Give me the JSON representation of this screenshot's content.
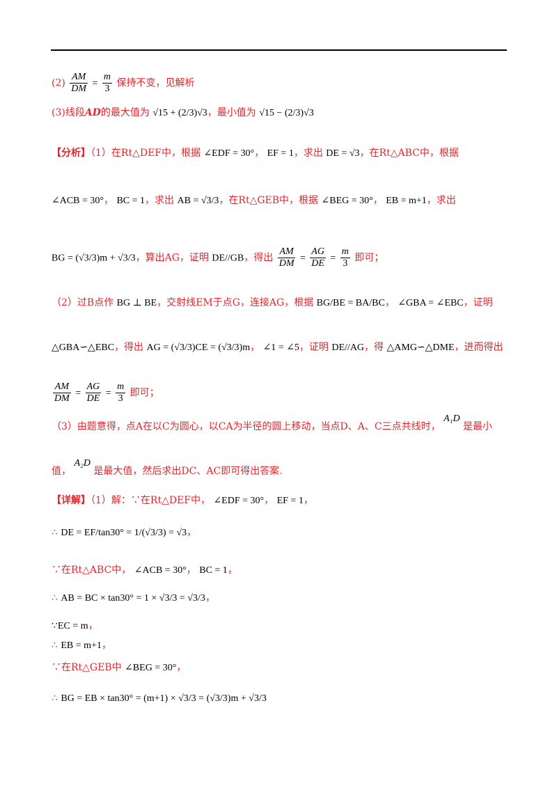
{
  "p2": {
    "label": "(2)",
    "frac_num": "AM",
    "frac_den": "DM",
    "eq": "=",
    "rhs_num": "m",
    "rhs_den": "3",
    "text": "保持不变，见解析"
  },
  "p3": {
    "label": "(3)线段",
    "ad": "AD",
    "t1": "的最大值为",
    "max_expr": "√15 + (2/3)√3",
    "t2": "，最小值为",
    "min_expr": "√15 − (2/3)√3"
  },
  "analysis": {
    "head": "【分析】",
    "l1": "（1）在Rt△DEF中，根据",
    "m_edf": "∠EDF = 30°",
    "m_ef": "EF = 1",
    "t_qiuchu": "，求出",
    "m_de": "DE = √3",
    "t_abc": "，在Rt△ABC中，根据",
    "m_acb": "∠ACB = 30°",
    "m_bc": "BC = 1",
    "t_ab": "，求出",
    "m_ab": "AB = √3/3",
    "t_geb": "，在Rt△GEB中，根据",
    "m_beg": "∠BEG = 30°",
    "m_eb": "EB = m+1",
    "t_qc": "，求出",
    "m_bg": "BG = (√3/3)m + √3/3",
    "t_ag": "，算出AG，证明",
    "m_par": "DE//GB",
    "t_dc": "，得出",
    "t_jike": "即可；",
    "l2a": "（2）过B点作",
    "m_perp": "BG ⊥ BE",
    "l2b": "，交射线EM于点G，连接AG，根据",
    "m_ratio": "BG/BE = BA/BC",
    "m_angle": "∠GBA = ∠EBC",
    "t_zhengming": "，证明",
    "m_sim": "△GBA∽△EBC",
    "t_dechu": "，得出",
    "m_agce": "AG = (√3/3)CE = (√3/3)m",
    "m_a15": "∠1 = ∠5",
    "t_zm2": "，证明",
    "m_par2": "DE//AG",
    "t_de": "，得",
    "m_sim2": "△AMG∽△DME",
    "t_jin": "，进而得出",
    "t_jike2": "即可；",
    "l3a": "（3）由题意得，点A在以C为圆心，以CA为半径的圆上移动，当点D、A、C三点共线时，",
    "m_a1d": "A₁D",
    "l3b": "是最小",
    "l3c": "值，",
    "m_a2d": "A₂D",
    "l3d": "是最大值，然后求出DC、AC即可得出答案."
  },
  "detail": {
    "head": "【详解】",
    "d1": "（1）解：∵在Rt△DEF中，",
    "d1m1": "∠EDF = 30°",
    "d1m2": "EF = 1",
    "d2_pre": "∴",
    "d2": "DE = EF/tan30° = 1/(√3/3) = √3",
    "d3": "∵在Rt△ABC中，",
    "d3m1": "∠ACB = 30°",
    "d3m2": "BC = 1",
    "d4_pre": "∴",
    "d4": "AB = BC × tan30° = 1 × √3/3 = √3/3",
    "d5": "∵EC = m",
    "d6_pre": "∴",
    "d6": "EB = m+1",
    "d7": "∵在Rt△GEB中",
    "d7m": "∠BEG = 30°",
    "d8_pre": "∴",
    "d8": "BG = EB × tan30° = (m+1) × √3/3 = (√3/3)m + √3/3"
  }
}
